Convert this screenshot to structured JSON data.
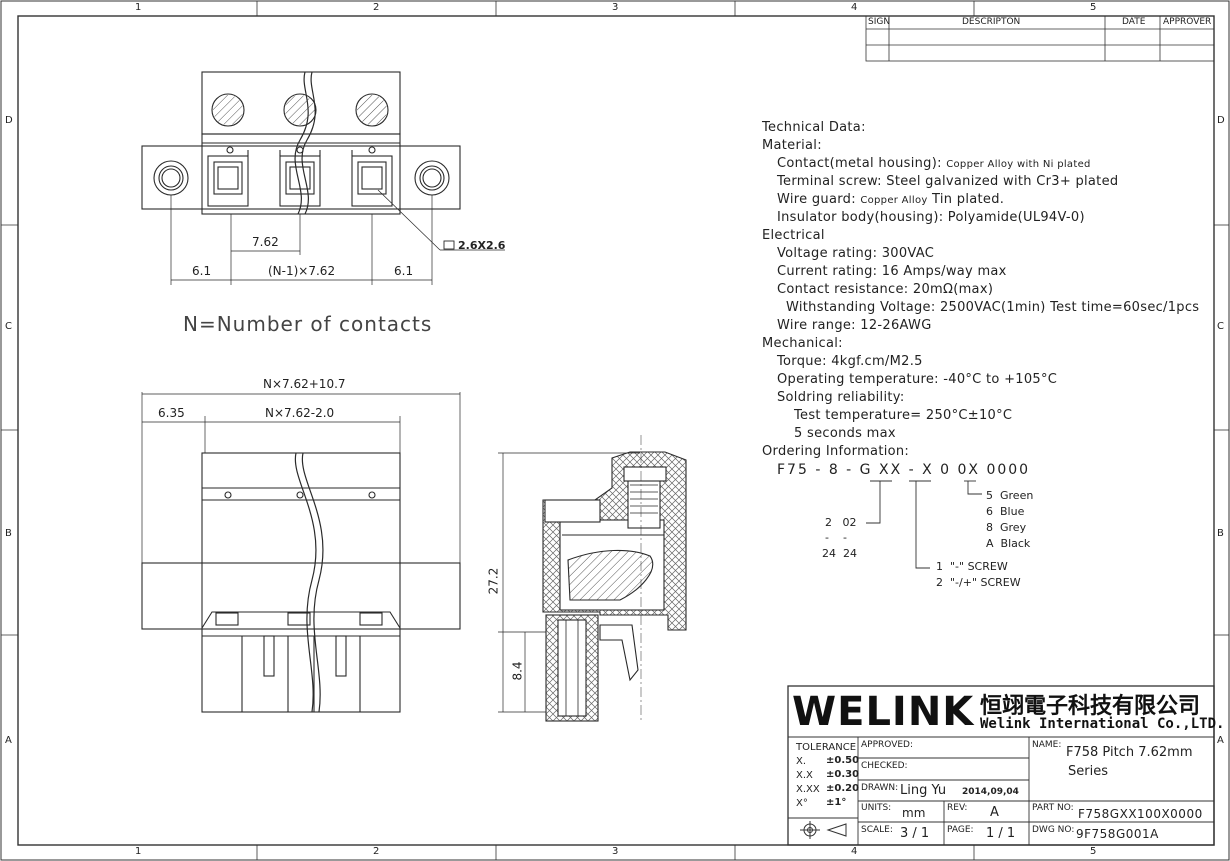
{
  "border": {
    "cols": [
      "1",
      "2",
      "3",
      "4",
      "5"
    ],
    "rows": [
      "D",
      "C",
      "B",
      "A"
    ]
  },
  "revision_table": {
    "headers": [
      "SIGN",
      "DESCRIPTON",
      "DATE",
      "APPROVER"
    ]
  },
  "top_view": {
    "pitch_dim": "7.62",
    "left_dim": "6.1",
    "mid_dim": "(N-1)×7.62",
    "right_dim": "6.1",
    "hole_callout": "2.6X2.6"
  },
  "note_n": "N=Number of contacts",
  "front_view": {
    "overall_dim": "N×7.62+10.7",
    "left_dim": "6.35",
    "inner_dim": "N×7.62-2.0"
  },
  "side_view": {
    "height_dim": "27.2",
    "lower_dim": "8.4"
  },
  "tech": {
    "l01": "Technical Data:",
    "l02": "Material:",
    "l03a": "Contact(metal housing):",
    "l03b": "Copper Alloy with Ni plated",
    "l04": "Terminal screw: Steel galvanized with Cr3+ plated",
    "l05a": "Wire guard:",
    "l05b": "Copper Alloy",
    "l05c": "Tin plated.",
    "l06": "Insulator body(housing): Polyamide(UL94V-0)",
    "l07": "Electrical",
    "l08": "Voltage rating: 300VAC",
    "l09": "Current rating: 16 Amps/way max",
    "l10": "Contact resistance: 20mΩ(max)",
    "l11": "Withstanding Voltage: 2500VAC(1min) Test time=60sec/1pcs",
    "l12": "Wire range: 12-26AWG",
    "l13": "Mechanical:",
    "l14": "Torque: 4kgf.cm/M2.5",
    "l15": "Operating temperature: -40°C to +105°C",
    "l16": "Soldring reliability:",
    "l17": "Test temperature= 250°C±10°C",
    "l18": "5 seconds max",
    "l19": "Ordering Information:"
  },
  "ordering": {
    "code": "F75 - 8 - G XX - X 0 0X 0000",
    "range_top": "2   02",
    "range_mid": "-    -",
    "range_bot": "24  24",
    "colors": [
      "5  Green",
      "6  Blue",
      "8  Grey",
      "A  Black"
    ],
    "screw1": "1  \"-\" SCREW",
    "screw2": "2  \"-/+\" SCREW"
  },
  "title_block": {
    "logo": "WELINK",
    "company_cn": "恒翊電子科技有限公司",
    "company_en": "Welink International Co.,LTD.",
    "tolerance_label": "TOLERANCE",
    "tol_rows": [
      {
        "k": "X.",
        "v": "±0.50"
      },
      {
        "k": "X.X",
        "v": "±0.30"
      },
      {
        "k": "X.XX",
        "v": "±0.20"
      },
      {
        "k": "X°",
        "v": "±1°"
      }
    ],
    "approved_label": "APPROVED:",
    "checked_label": "CHECKED:",
    "drawn_label": "DRAWN:",
    "drawn_by": "Ling Yu",
    "drawn_date": "2014,09,04",
    "units_label": "UNITS:",
    "units": "mm",
    "rev_label": "REV:",
    "rev": "A",
    "scale_label": "SCALE:",
    "scale": "3 / 1",
    "page_label": "PAGE:",
    "page": "1 / 1",
    "name_label": "NAME:",
    "name_l1": "F758 Pitch 7.62mm",
    "name_l2": "Series",
    "part_label": "PART NO:",
    "part_no": "F758GXX100X0000",
    "dwg_label": "DWG NO:",
    "dwg_no": "9F758G001A"
  }
}
